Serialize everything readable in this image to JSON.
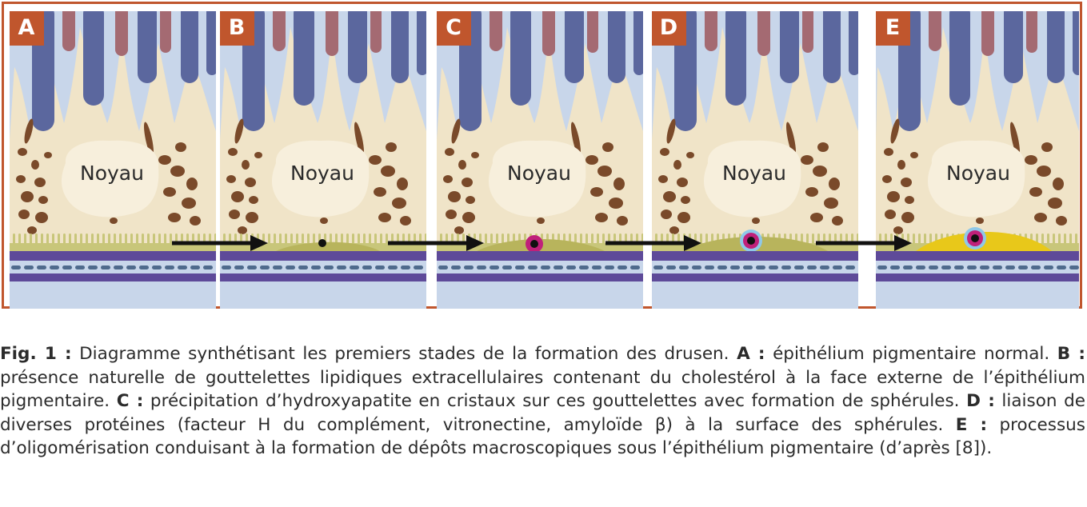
{
  "figure": {
    "colors": {
      "frame": "#c0562d",
      "background_blue": "#c8d6ea",
      "photoreceptor_rod": "#5b679e",
      "photoreceptor_cone": "#a46a72",
      "cytoplasm": "#f0e4c8",
      "nucleus": "#f7efdc",
      "pigment_granule": "#7a4a2a",
      "basal_layer": "#c8c67a",
      "deposit_olive": "#b8b45c",
      "deposit_yellow": "#e8c81a",
      "bruch_membrane": "#5e4a99",
      "spherule_core": "#111111",
      "spherule_magenta": "#c0207a",
      "spherule_protein": "#8fc8e8"
    },
    "panels": [
      {
        "letter": "A",
        "nucleus_label": "Noyau",
        "stage": "normal"
      },
      {
        "letter": "B",
        "nucleus_label": "Noyau",
        "stage": "droplet"
      },
      {
        "letter": "C",
        "nucleus_label": "Noyau",
        "stage": "hydroxyapatite"
      },
      {
        "letter": "D",
        "nucleus_label": "Noyau",
        "stage": "proteins"
      },
      {
        "letter": "E",
        "nucleus_label": "Noyau",
        "stage": "macroscopic"
      }
    ],
    "arrow_count": 4
  },
  "caption": {
    "fig_label": "Fig. 1 :",
    "intro": " Diagramme synthétisant les premiers stades de la formation des drusen. ",
    "items": [
      {
        "label": "A :",
        "text": " épithélium pigmentaire normal. "
      },
      {
        "label": "B :",
        "text": " présence naturelle de gouttelettes lipidiques extracellulaires contenant du cholestérol à la face externe de l’épithélium pigmentaire. "
      },
      {
        "label": "C :",
        "text": " précipitation d’hydroxyapatite en cristaux sur ces gouttelettes avec formation de sphérules. "
      },
      {
        "label": "D :",
        "text": " liaison de diverses protéines (facteur H du complément, vitronectine, amyloïde β) à la surface des sphérules. "
      },
      {
        "label": "E :",
        "text": " processus d’oligomérisation conduisant à la formation de dépôts macroscopiques sous l’épithélium pigmentaire (d’après [8])."
      }
    ]
  }
}
